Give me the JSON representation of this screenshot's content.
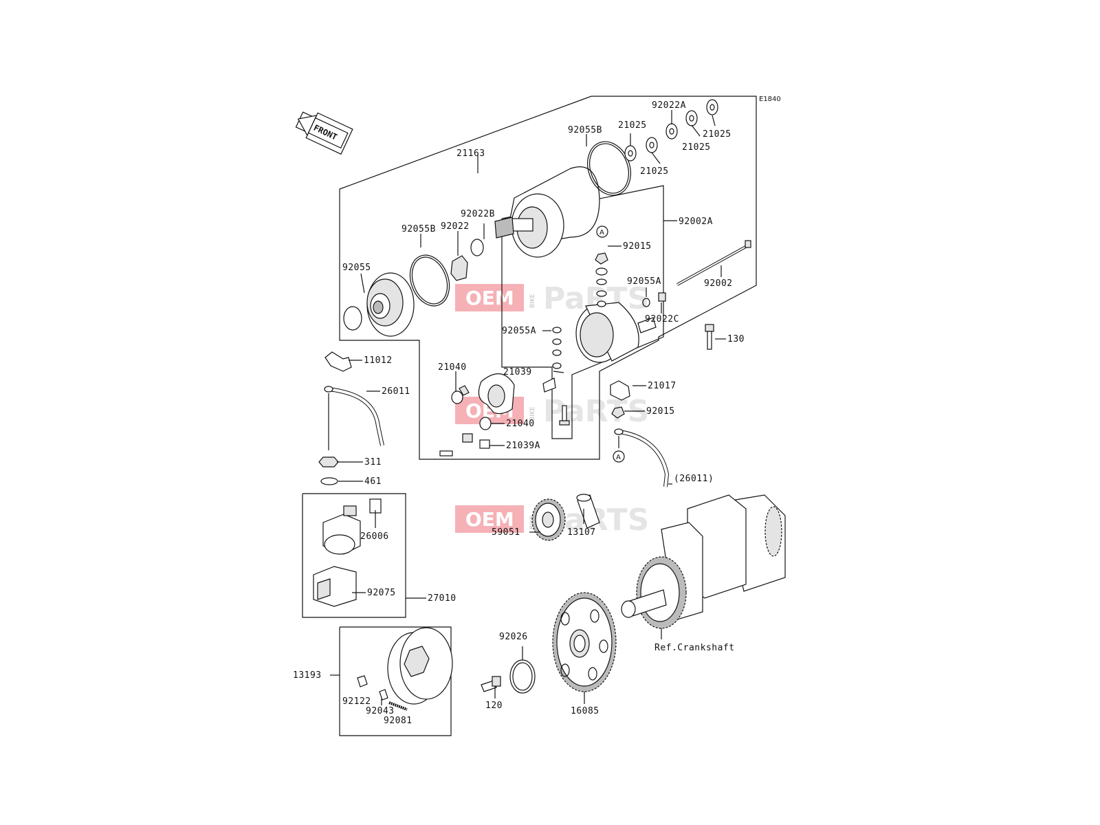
{
  "diagram": {
    "code": "E1840",
    "front_label": "FRONT",
    "ref_label": "Ref.Crankshaft",
    "watermark": {
      "brand": "OEM",
      "bike": "BIKE",
      "parts": "PaRTS"
    },
    "callout_marker": "A",
    "parts": {
      "p21163": "21163",
      "p92055B_top": "92055B",
      "p21025_a": "21025",
      "p92022A": "92022A",
      "p21025_b": "21025",
      "p21025_c": "21025",
      "p21025_d": "21025",
      "p92002A": "92002A",
      "p92022B": "92022B",
      "p92022": "92022",
      "p92055B_left": "92055B",
      "p92015_top": "92015",
      "p92055": "92055",
      "p92002": "92002",
      "p92055A_right": "92055A",
      "p92022C": "92022C",
      "p92055A_left": "92055A",
      "p130": "130",
      "p11012": "11012",
      "p21040_top": "21040",
      "p21039": "21039",
      "p21017": "21017",
      "p26011": "26011",
      "p92015_bot": "92015",
      "p21040_bot": "21040",
      "p21039A": "21039A",
      "p311": "311",
      "p461": "461",
      "p26011_ref": "(26011)",
      "p59051": "59051",
      "p13107": "13107",
      "p26006": "26006",
      "p92075": "92075",
      "p27010": "27010",
      "p92026": "92026",
      "p13193": "13193",
      "p120": "120",
      "p16085": "16085",
      "p92122": "92122",
      "p92043": "92043",
      "p92081": "92081"
    }
  }
}
